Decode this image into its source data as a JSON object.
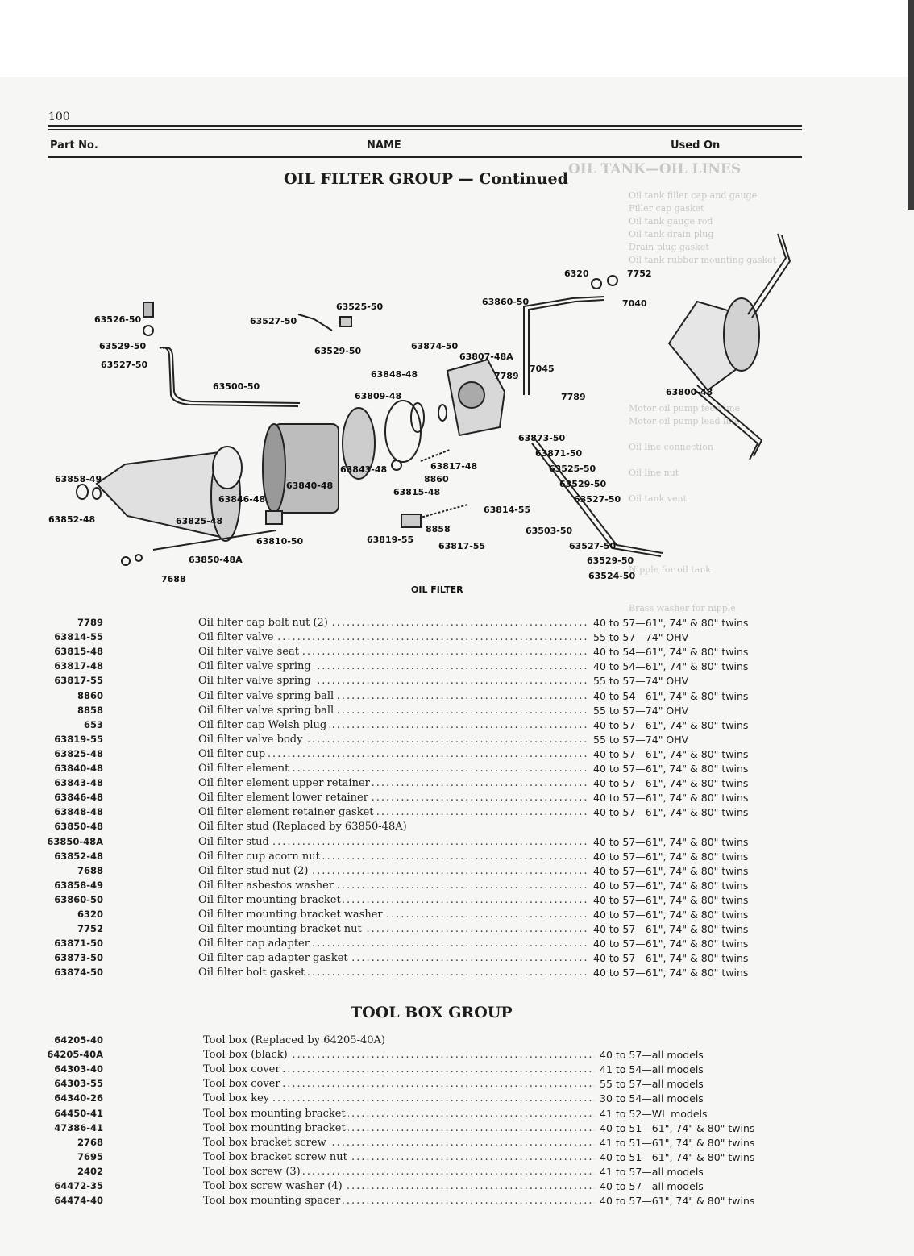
{
  "page": {
    "number": "100",
    "headers": {
      "part_no": "Part No.",
      "name": "NAME",
      "used_on": "Used On"
    }
  },
  "oil_filter": {
    "title": "OIL FILTER GROUP — Continued",
    "diagram_caption": "OIL FILTER",
    "callouts": [
      "63526-50",
      "63529-50",
      "63527-50",
      "63527-50",
      "63525-50",
      "63529-50",
      "63500-50",
      "63874-50",
      "63807-48A",
      "63848-48",
      "63809-48",
      "63843-48",
      "63840-48",
      "63846-48",
      "63858-49",
      "63852-48",
      "63825-48",
      "63810-50",
      "63850-48A",
      "7688",
      "63817-48",
      "8860",
      "63815-48",
      "63814-55",
      "8858",
      "63819-55",
      "63817-55",
      "6320",
      "7752",
      "63860-50",
      "7040",
      "7789",
      "7045",
      "7789",
      "63800-48",
      "63873-50",
      "63871-50",
      "63525-50",
      "63529-50",
      "63527-50",
      "63503-50",
      "63527-50",
      "63529-50",
      "63524-50"
    ],
    "parts": [
      {
        "part_no": "7789",
        "name": "Oil filter cap bolt nut (2)",
        "used_on": "40 to 57—61\", 74\" & 80\" twins",
        "dots": true
      },
      {
        "part_no": "63814-55",
        "name": "Oil filter valve",
        "used_on": "55 to 57—74\" OHV",
        "dots": true
      },
      {
        "part_no": "63815-48",
        "name": "Oil filter valve seat",
        "used_on": "40 to 54—61\", 74\" & 80\" twins",
        "dots": true
      },
      {
        "part_no": "63817-48",
        "name": "Oil filter valve spring",
        "used_on": "40 to 54—61\", 74\" & 80\" twins",
        "dots": true
      },
      {
        "part_no": "63817-55",
        "name": "Oil filter valve spring",
        "used_on": "55 to 57—74\" OHV",
        "dots": true
      },
      {
        "part_no": "8860",
        "name": "Oil filter valve spring ball",
        "used_on": "40 to 54—61\", 74\" & 80\" twins",
        "dots": true
      },
      {
        "part_no": "8858",
        "name": "Oil filter valve spring ball",
        "used_on": "55 to 57—74\" OHV",
        "dots": true
      },
      {
        "part_no": "653",
        "name": "Oil filter cap Welsh plug",
        "used_on": "40 to 57—61\", 74\" & 80\" twins",
        "dots": true
      },
      {
        "part_no": "63819-55",
        "name": "Oil filter valve body",
        "used_on": "55 to 57—74\" OHV",
        "dots": true
      },
      {
        "part_no": "63825-48",
        "name": "Oil filter cup",
        "used_on": "40 to 57—61\", 74\" & 80\" twins",
        "dots": true
      },
      {
        "part_no": "63840-48",
        "name": "Oil filter element",
        "used_on": "40 to 57—61\", 74\" & 80\" twins",
        "dots": true
      },
      {
        "part_no": "63843-48",
        "name": "Oil filter element upper retainer",
        "used_on": "40 to 57—61\", 74\" & 80\" twins",
        "dots": true
      },
      {
        "part_no": "63846-48",
        "name": "Oil filter element lower retainer",
        "used_on": "40 to 57—61\", 74\" & 80\" twins",
        "dots": true
      },
      {
        "part_no": "63848-48",
        "name": "Oil filter element retainer gasket",
        "used_on": "40 to 57—61\", 74\" & 80\" twins",
        "dots": true
      },
      {
        "part_no": "63850-48",
        "name": "Oil filter stud (Replaced by 63850-48A)",
        "used_on": "",
        "dots": false
      },
      {
        "part_no": "63850-48A",
        "name": "Oil filter stud",
        "used_on": "40 to 57—61\", 74\" & 80\" twins",
        "dots": true
      },
      {
        "part_no": "63852-48",
        "name": "Oil filter cup acorn nut",
        "used_on": "40 to 57—61\", 74\" & 80\" twins",
        "dots": true
      },
      {
        "part_no": "7688",
        "name": "Oil filter stud nut (2)",
        "used_on": "40 to 57—61\", 74\" & 80\" twins",
        "dots": true
      },
      {
        "part_no": "63858-49",
        "name": "Oil filter asbestos washer",
        "used_on": "40 to 57—61\", 74\" & 80\" twins",
        "dots": true
      },
      {
        "part_no": "63860-50",
        "name": "Oil filter mounting bracket",
        "used_on": "40 to 57—61\", 74\" & 80\" twins",
        "dots": true
      },
      {
        "part_no": "6320",
        "name": "Oil filter mounting bracket washer",
        "used_on": "40 to 57—61\", 74\" & 80\" twins",
        "dots": true
      },
      {
        "part_no": "7752",
        "name": "Oil filter mounting bracket nut",
        "used_on": "40 to 57—61\", 74\" & 80\" twins",
        "dots": true
      },
      {
        "part_no": "63871-50",
        "name": "Oil filter cap adapter",
        "used_on": "40 to 57—61\", 74\" & 80\" twins",
        "dots": true
      },
      {
        "part_no": "63873-50",
        "name": "Oil filter cap adapter gasket",
        "used_on": "40 to 57—61\", 74\" & 80\" twins",
        "dots": true
      },
      {
        "part_no": "63874-50",
        "name": "Oil filter bolt gasket",
        "used_on": "40 to 57—61\", 74\" & 80\" twins",
        "dots": true
      }
    ]
  },
  "tool_box": {
    "title": "TOOL BOX GROUP",
    "parts": [
      {
        "part_no": "64205-40",
        "name": "Tool box (Replaced by 64205-40A)",
        "used_on": "",
        "dots": false
      },
      {
        "part_no": "64205-40A",
        "name": "Tool box (black)",
        "used_on": "40 to 57—all models",
        "dots": true
      },
      {
        "part_no": "64303-40",
        "name": "Tool box cover",
        "used_on": "41 to 54—all models",
        "dots": true
      },
      {
        "part_no": "64303-55",
        "name": "Tool box cover",
        "used_on": "55 to 57—all models",
        "dots": true
      },
      {
        "part_no": "64340-26",
        "name": "Tool box key",
        "used_on": "30 to 54—all models",
        "dots": true
      },
      {
        "part_no": "64450-41",
        "name": "Tool box mounting bracket",
        "used_on": "41 to 52—WL models",
        "dots": true
      },
      {
        "part_no": "47386-41",
        "name": "Tool box mounting bracket",
        "used_on": "40 to 51—61\", 74\" & 80\" twins",
        "dots": true
      },
      {
        "part_no": "2768",
        "name": "Tool box bracket screw",
        "used_on": "41 to 51—61\", 74\" & 80\" twins",
        "dots": true
      },
      {
        "part_no": "7695",
        "name": "Tool box bracket screw nut",
        "used_on": "40 to 51—61\", 74\" & 80\" twins",
        "dots": true
      },
      {
        "part_no": "2402",
        "name": "Tool box screw (3)",
        "used_on": "41 to 57—all models",
        "dots": true
      },
      {
        "part_no": "64472-35",
        "name": "Tool box screw washer (4)",
        "used_on": "40 to 57—all models",
        "dots": true
      },
      {
        "part_no": "64474-40",
        "name": "Tool box mounting spacer",
        "used_on": "40 to 57—61\", 74\" & 80\" twins",
        "dots": true
      }
    ]
  },
  "bleed_through": {
    "heading": "OIL TANK—OIL LINES",
    "lines": [
      "Oil tank filler cap and gauge",
      "Filler cap gasket",
      "Oil tank gauge rod",
      "Oil tank drain plug",
      "Drain plug gasket",
      "Oil tank rubber mounting gasket",
      "Motor oil pump feed line",
      "Motor oil pump lead line",
      "Oil line connection",
      "Oil line nut",
      "Oil tank vent",
      "Nipple for oil tank",
      "Brass washer for nipple"
    ]
  }
}
